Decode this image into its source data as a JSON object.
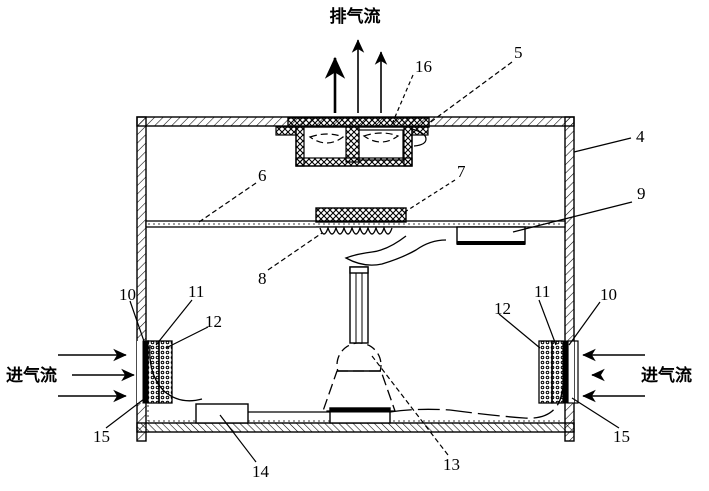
{
  "figure": {
    "type": "patent-line-drawing",
    "title_text_top": "排气流",
    "inlet_label_left": "进气流",
    "inlet_label_right": "进气流",
    "stroke_color": "#000000",
    "background_color": "#ffffff"
  },
  "callouts": {
    "n4": "4",
    "n5": "5",
    "n6": "6",
    "n7": "7",
    "n8": "8",
    "n9": "9",
    "n10_left": "10",
    "n11_left": "11",
    "n12_left": "12",
    "n15_left": "15",
    "n10_right": "10",
    "n11_right": "11",
    "n12_right": "12",
    "n15_right": "15",
    "n13": "13",
    "n14": "14",
    "n16": "16"
  },
  "parts": [
    {
      "ref": "4",
      "name": "outer-housing-wall"
    },
    {
      "ref": "5",
      "name": "fan-housing"
    },
    {
      "ref": "6",
      "name": "middle-partition-shelf"
    },
    {
      "ref": "7",
      "name": "filter-block"
    },
    {
      "ref": "8",
      "name": "heating-coil-element"
    },
    {
      "ref": "9",
      "name": "control-box"
    },
    {
      "ref": "10",
      "name": "inlet-outer-grille"
    },
    {
      "ref": "11",
      "name": "inlet-mesh-layer"
    },
    {
      "ref": "12",
      "name": "inlet-filter-layer"
    },
    {
      "ref": "13",
      "name": "uv-lamp-assembly"
    },
    {
      "ref": "14",
      "name": "base-equipment-box"
    },
    {
      "ref": "15",
      "name": "inlet-opening"
    },
    {
      "ref": "16",
      "name": "fan-outlet-plate"
    }
  ]
}
